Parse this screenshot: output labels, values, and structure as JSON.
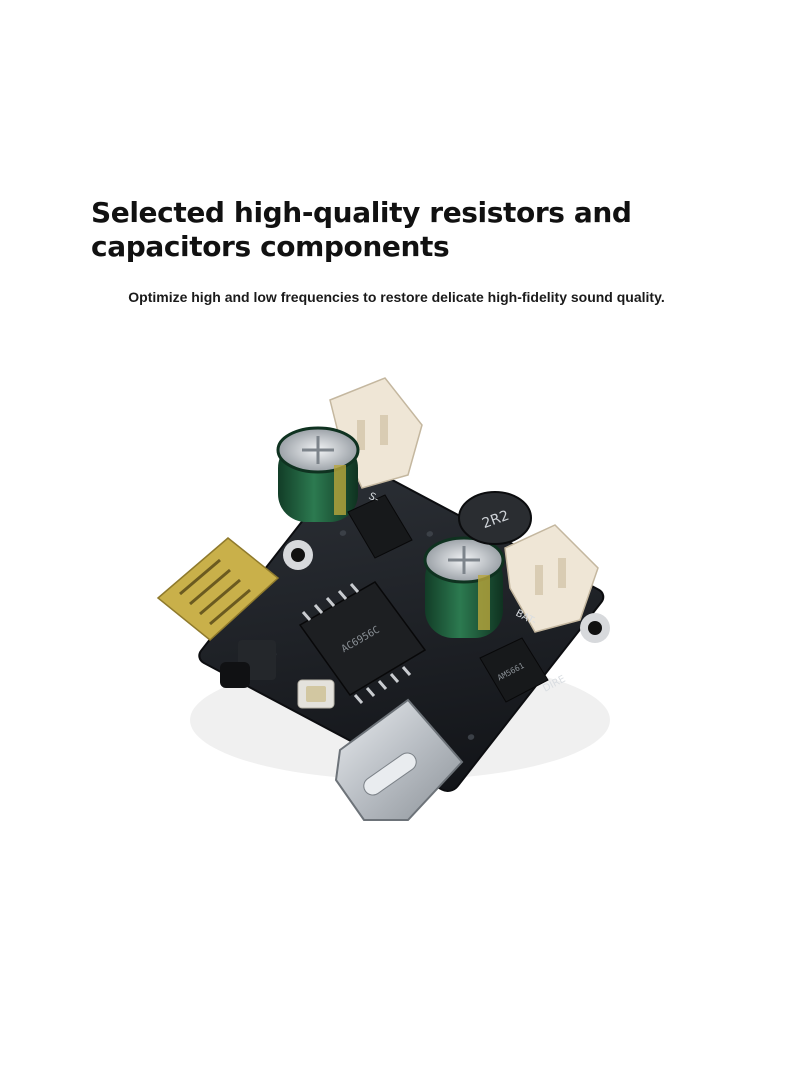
{
  "headline": {
    "line1": "Selected high-quality resistors and",
    "line2": "capacitors components"
  },
  "subline": "Optimize high and low frequencies to restore delicate high-fidelity sound quality.",
  "product": {
    "chip_label": "AC6956C",
    "chip_label2": "AM5661",
    "inductor_label": "2R2",
    "pin_label_s": "S-",
    "pin_label_bat": "BAT-",
    "pin_label_dire": "DIRE",
    "colors": {
      "pcb": "#1c1f23",
      "antenna": "#c9b04a",
      "capacitor": "#1f5a3a",
      "connector": "#efe6d6",
      "usb": "#c9ccd0"
    }
  }
}
